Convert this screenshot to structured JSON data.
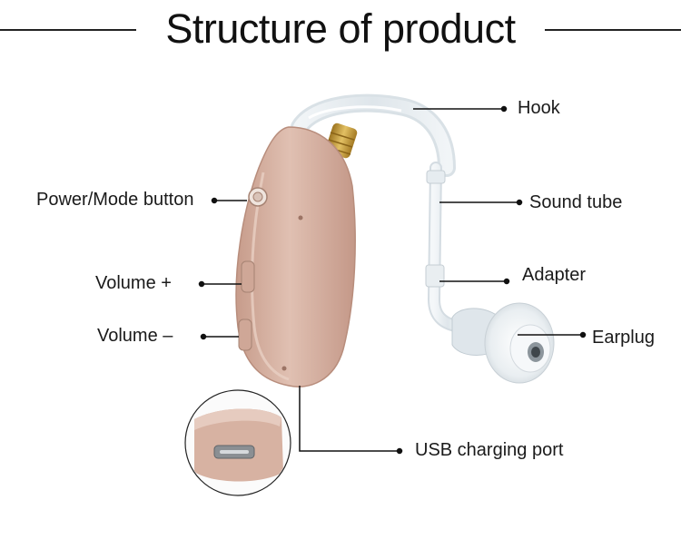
{
  "header": {
    "title": "Structure of product"
  },
  "callouts": {
    "hook": "Hook",
    "sound_tube": "Sound tube",
    "power_mode_button": "Power/Mode button",
    "adapter": "Adapter",
    "volume_up": "Volume +",
    "volume_down": "Volume –",
    "earplug": "Earplug",
    "usb_charging_port": "USB charging port"
  },
  "colors": {
    "body": "#d7b4a5",
    "body_shadow": "#b98f7e",
    "line": "#111111",
    "tube": "#e8eef2",
    "brass": "#c9a03c"
  },
  "icons": [
    "hearing-aid-body",
    "usb-port-inset"
  ]
}
